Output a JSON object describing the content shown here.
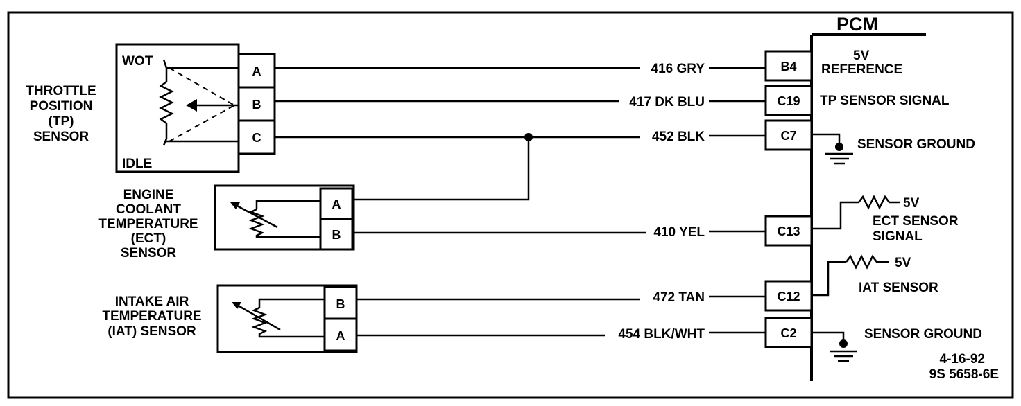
{
  "pcm": {
    "title": "PCM",
    "pins": [
      {
        "id": "B4",
        "function": [
          "5V",
          "REFERENCE"
        ]
      },
      {
        "id": "C19",
        "function": [
          "TP SENSOR  SIGNAL"
        ]
      },
      {
        "id": "C7",
        "function": [
          "SENSOR GROUND"
        ]
      },
      {
        "id": "C13",
        "function": [
          "ECT SENSOR",
          "SIGNAL"
        ]
      },
      {
        "id": "C12",
        "function": [
          "IAT SENSOR"
        ]
      },
      {
        "id": "C2",
        "function": [
          "SENSOR GROUND"
        ]
      }
    ],
    "pullup_voltage": "5V"
  },
  "sensors": {
    "tp": {
      "name": [
        "THROTTLE",
        "POSITION",
        "(TP)",
        "SENSOR"
      ],
      "wot_label": "WOT",
      "idle_label": "IDLE",
      "terminals": [
        "A",
        "B",
        "C"
      ]
    },
    "ect": {
      "name": [
        "ENGINE",
        "COOLANT",
        "TEMPERATURE",
        "(ECT)",
        "SENSOR"
      ],
      "terminals": [
        "A",
        "B"
      ]
    },
    "iat": {
      "name": [
        "INTAKE AIR",
        "TEMPERATURE",
        "(IAT)  SENSOR"
      ],
      "terminals": [
        "B",
        "A"
      ]
    }
  },
  "wires": [
    {
      "label": "416 GRY",
      "pcm_pin": "B4"
    },
    {
      "label": "417 DK BLU",
      "pcm_pin": "C19"
    },
    {
      "label": "452 BLK",
      "pcm_pin": "C7"
    },
    {
      "label": "410 YEL",
      "pcm_pin": "C13"
    },
    {
      "label": "472 TAN",
      "pcm_pin": "C12"
    },
    {
      "label": "454 BLK/WHT",
      "pcm_pin": "C2"
    }
  ],
  "footer": {
    "date": "4-16-92",
    "figure_id": "9S 5658-6E"
  }
}
